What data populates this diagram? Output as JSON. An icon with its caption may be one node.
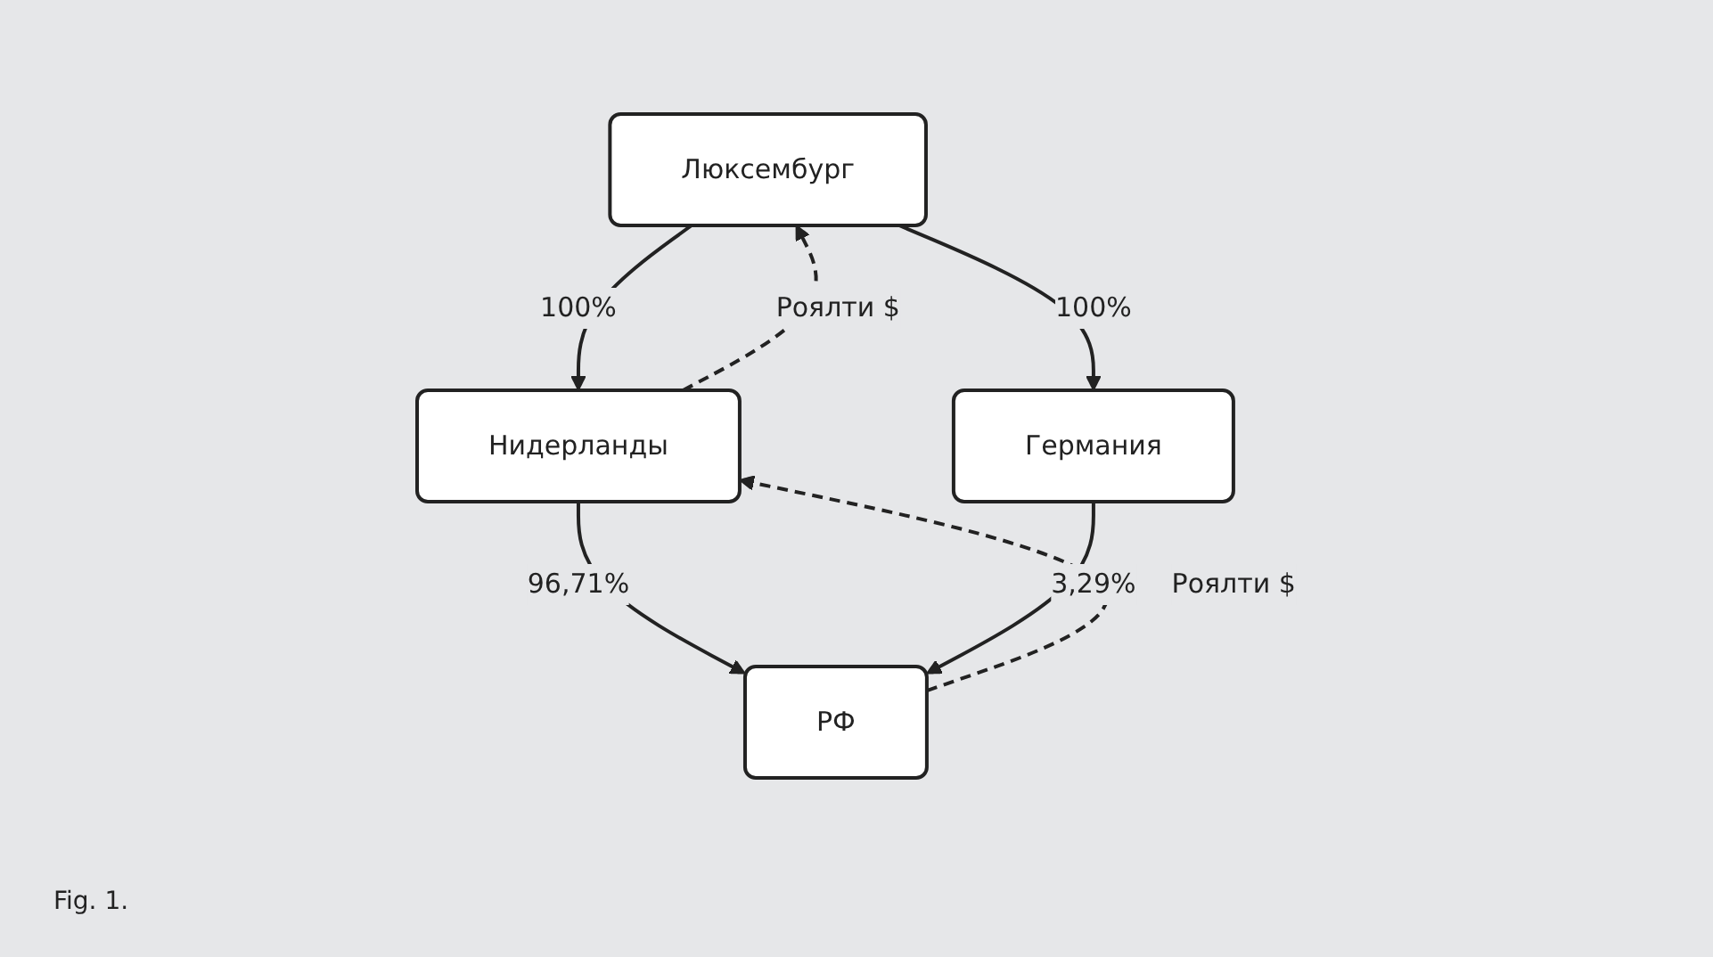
{
  "diagram": {
    "caption": "Fig. 1.",
    "nodes": [
      {
        "text": [
          "Люксембург"
        ]
      },
      {
        "text": [
          "Нидерланды"
        ]
      },
      {
        "text": [
          "Германия"
        ]
      },
      {
        "text": [
          "РФ"
        ]
      }
    ],
    "edges": [
      {
        "from": 0,
        "to": 1,
        "arrow": "to",
        "label": "100%"
      },
      {
        "from": 0,
        "to": 2,
        "arrow": "to",
        "label": "100%"
      },
      {
        "from": 1,
        "to": 3,
        "arrow": "to",
        "label": "96,71%"
      },
      {
        "from": 2,
        "to": 3,
        "arrow": "to",
        "label": "3,29%"
      },
      {
        "from": 1,
        "to": 0,
        "arrow": "to",
        "label": "Роялти $",
        "style": "dashed"
      },
      {
        "from": 3,
        "to": 1,
        "arrow": "to",
        "label": "Роялти $",
        "style": "dashed"
      }
    ]
  }
}
